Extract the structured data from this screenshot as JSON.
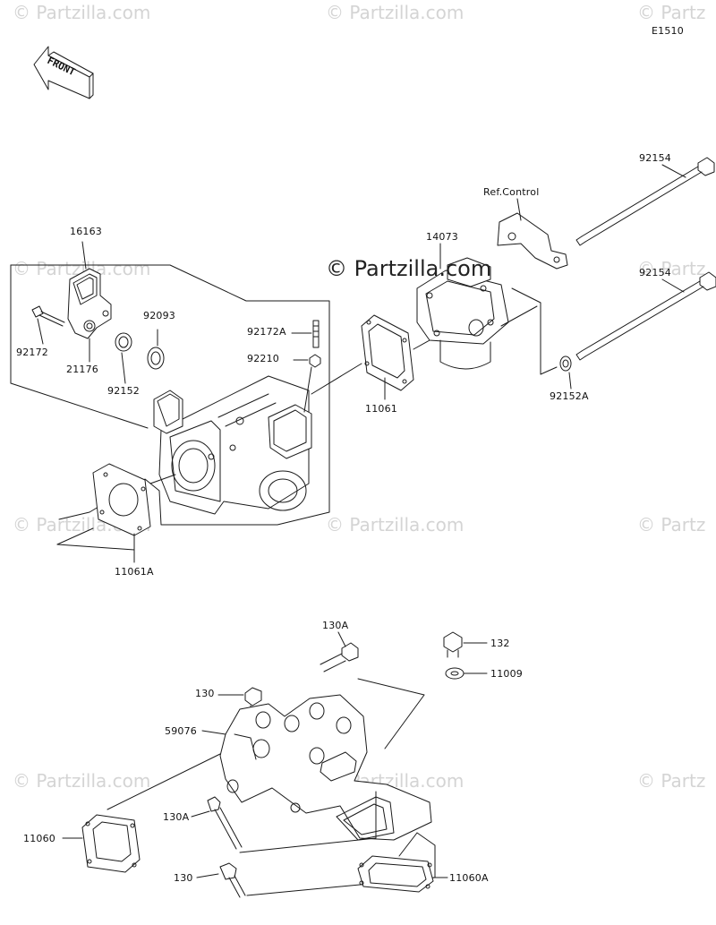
{
  "diagram_code": "E1510",
  "front_label": "FRONT",
  "watermark": {
    "faint": "© Partzilla.com",
    "faint_cut": "© Partz",
    "center": "© Partzilla.com"
  },
  "reference": "Ref.Control",
  "parts": {
    "p16163": "16163",
    "p92172": "92172",
    "p21176": "21176",
    "p92093": "92093",
    "p92152": "92152",
    "p92172A": "92172A",
    "p92210": "92210",
    "p11061": "11061",
    "p11061A": "11061A",
    "p14073": "14073",
    "p92154a": "92154",
    "p92154b": "92154",
    "p92152A": "92152A",
    "p130A_top": "130A",
    "p132": "132",
    "p11009": "11009",
    "p130_top": "130",
    "p59076": "59076",
    "p130A_bottom": "130A",
    "p11060": "11060",
    "p130_bottom": "130",
    "p11060A": "11060A"
  }
}
